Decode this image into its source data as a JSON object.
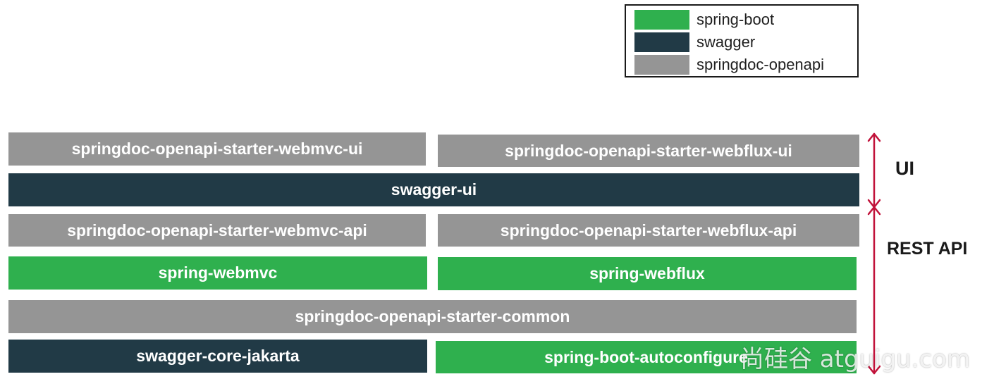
{
  "colors": {
    "spring_boot": "#2fb04e",
    "swagger": "#213a46",
    "springdoc_openapi": "#959595",
    "arrow": "#c1123a"
  },
  "legend": {
    "items": [
      {
        "label": "spring-boot",
        "color": "#2fb04e"
      },
      {
        "label": "swagger",
        "color": "#213a46"
      },
      {
        "label": "springdoc-openapi",
        "color": "#959595"
      }
    ]
  },
  "blocks": {
    "webmvc_ui": "springdoc-openapi-starter-webmvc-ui",
    "webflux_ui": "springdoc-openapi-starter-webflux-ui",
    "swagger_ui": "swagger-ui",
    "webmvc_api": "springdoc-openapi-starter-webmvc-api",
    "webflux_api": "springdoc-openapi-starter-webflux-api",
    "spring_webmvc": "spring-webmvc",
    "spring_webflux": "spring-webflux",
    "common": "springdoc-openapi-starter-common",
    "swagger_core": "swagger-core-jakarta",
    "autoconfigure": "spring-boot-autoconfigure"
  },
  "side_labels": {
    "ui": "UI",
    "rest_api": "REST API"
  },
  "watermark": "尚硅谷 atguigu.com"
}
